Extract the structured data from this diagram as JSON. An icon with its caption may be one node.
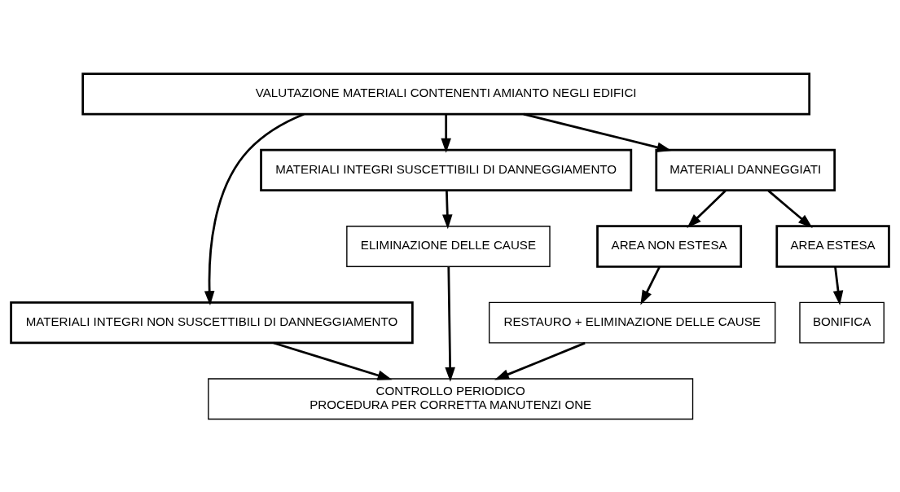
{
  "diagram": {
    "nodes": [
      {
        "text": [
          "VALUTAZIONE MATERIALI CONTENENTI AMIANTO NEGLI EDIFICI"
        ]
      },
      {
        "text": [
          "MATERIALI INTEGRI NON SUSCETTIBILI DI DANNEGGIAMENTO"
        ]
      },
      {
        "text": [
          "MATERIALI INTEGRI SUSCETTIBILI DI DANNEGGIAMENTO"
        ]
      },
      {
        "text": [
          "MATERIALI DANNEGGIATI"
        ]
      },
      {
        "text": [
          "ELIMINAZIONE DELLE CAUSE"
        ]
      },
      {
        "text": [
          "AREA NON ESTESA"
        ]
      },
      {
        "text": [
          "AREA ESTESA"
        ]
      },
      {
        "text": [
          "RESTAURO + ELIMINAZIONE DELLE CAUSE"
        ]
      },
      {
        "text": [
          "CONTROLLO PERIODICO",
          "PROCEDURA PER CORRETTA MANUTENZI ONE"
        ]
      },
      {
        "text": [
          "BONIFICA"
        ]
      }
    ],
    "edges": [
      {
        "from": 0,
        "to": 1,
        "arrow": "to"
      },
      {
        "from": 0,
        "to": 2,
        "arrow": "to"
      },
      {
        "from": 0,
        "to": 3,
        "arrow": "to"
      },
      {
        "from": 2,
        "to": 4,
        "arrow": "to"
      },
      {
        "from": 3,
        "to": 5,
        "arrow": "to"
      },
      {
        "from": 3,
        "to": 6,
        "arrow": "to"
      },
      {
        "from": 5,
        "to": 7,
        "arrow": "to"
      },
      {
        "from": 1,
        "to": 8,
        "arrow": "to"
      },
      {
        "from": 4,
        "to": 8,
        "arrow": "to"
      },
      {
        "from": 7,
        "to": 8,
        "arrow": "to"
      },
      {
        "from": 6,
        "to": 9,
        "arrow": "to"
      }
    ]
  }
}
